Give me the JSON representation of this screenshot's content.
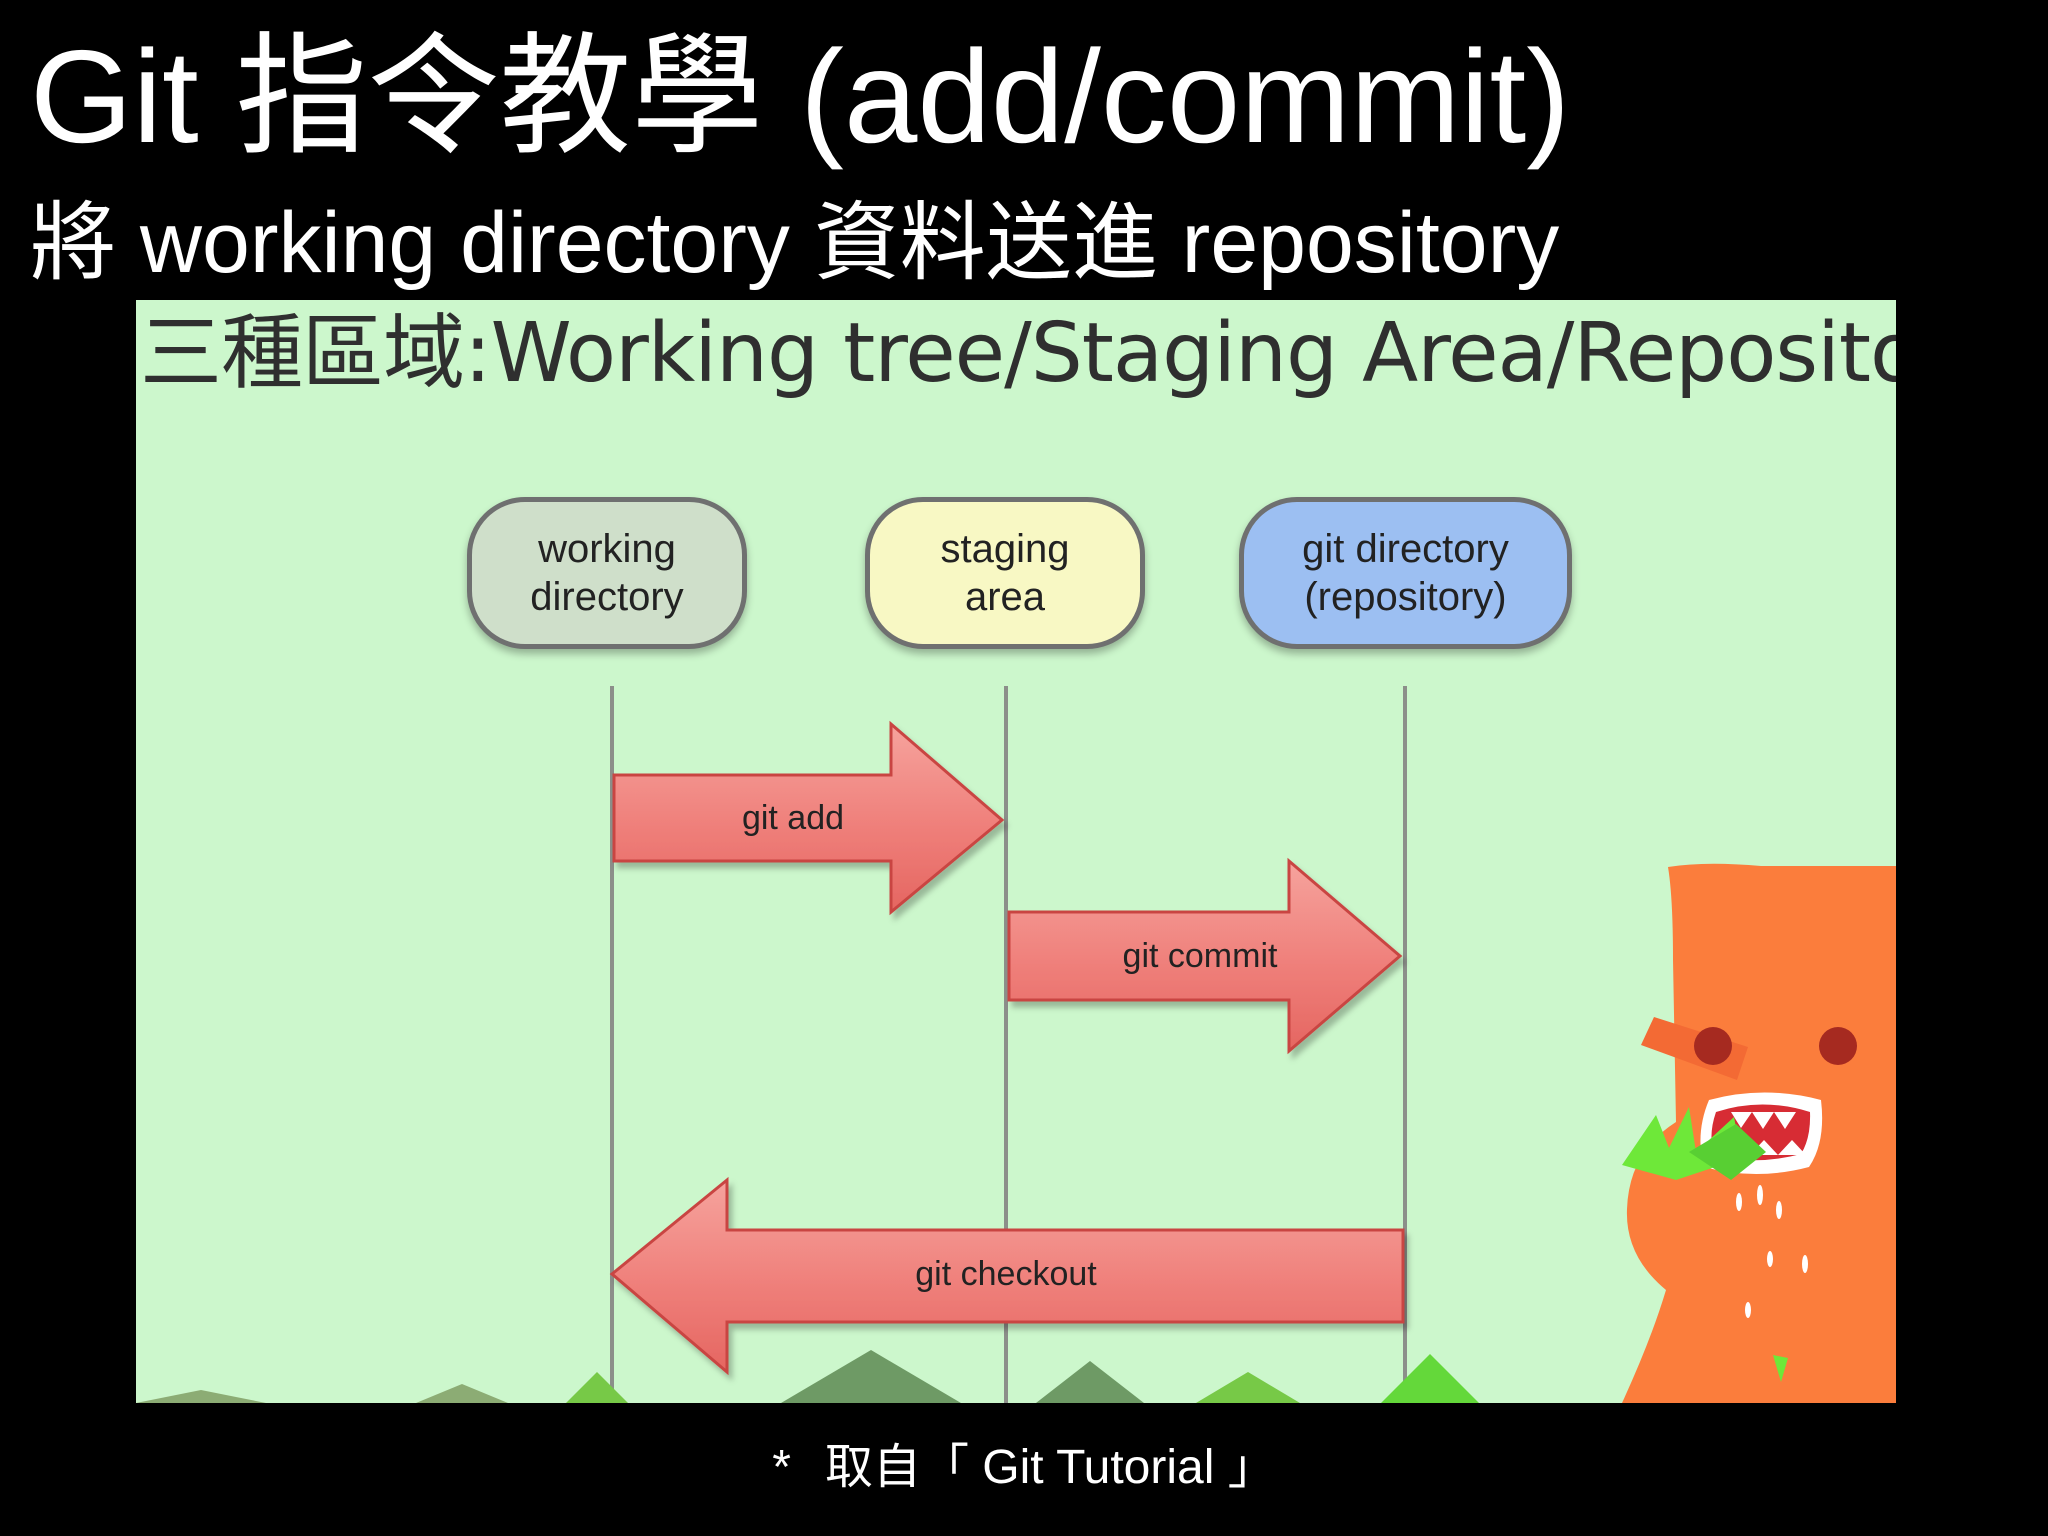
{
  "slide": {
    "title": "Git 指令教學 (add/commit)",
    "subtitle": "將 working directory 資料送進 repository",
    "footnote_mark": "*",
    "footnote": "取自「 Git Tutorial 」"
  },
  "diagram": {
    "heading": "三種區域:Working tree/Staging Area/Repository",
    "areas": [
      {
        "line1": "working",
        "line2": "directory",
        "fill": "#cfdfca"
      },
      {
        "line1": "staging",
        "line2": "area",
        "fill": "#f8f8c4"
      },
      {
        "line1": "git directory",
        "line2": "(repository)",
        "fill": "#9cbff2"
      }
    ],
    "commands": [
      {
        "label": "git add",
        "from": "working directory",
        "to": "staging area"
      },
      {
        "label": "git commit",
        "from": "staging area",
        "to": "git directory (repository)"
      },
      {
        "label": "git checkout",
        "from": "git directory (repository)",
        "to": "working directory"
      }
    ],
    "colors": {
      "background": "#ccf7cc",
      "arrow": "#ef7f7a",
      "arrow_border": "#c94542",
      "mascot": "#fb7d3c"
    },
    "decorations": [
      "orange-monster-mascot",
      "green-grass-hills"
    ]
  }
}
